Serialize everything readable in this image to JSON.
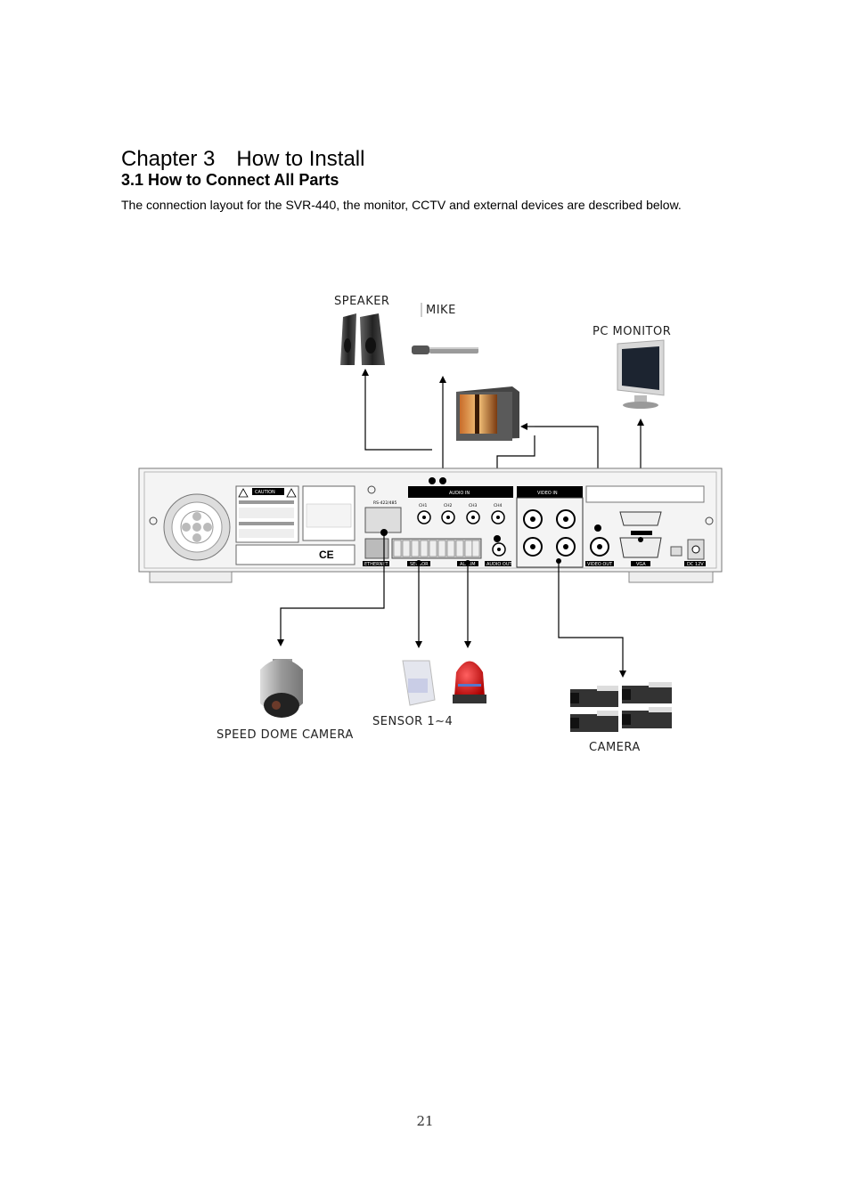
{
  "chapter": {
    "title": "Chapter 3　How to Install"
  },
  "section": {
    "title": "3.1 How to Connect All Parts"
  },
  "intro": "The connection layout for the SVR-440, the monitor, CCTV and external devices are described below.",
  "diagram": {
    "labels": {
      "speaker": "SPEAKER",
      "mike": "MIKE",
      "pc_monitor": "PC MONITOR",
      "speed_dome_camera": "SPEED DOME CAMERA",
      "sensor": "SENSOR 1∼4",
      "camera": "CAMERA"
    },
    "panel": {
      "caution": "CAUTION",
      "audio_in": "AUDIO IN",
      "video_in": "VIDEO IN",
      "rs_port": "RS-422/485",
      "ethernet": "ETHERNET",
      "sensor_port": "SENSOR",
      "alarm_port": "ALARM",
      "audio_out": "AUDIO OUT",
      "video_out": "VIDEO OUT",
      "vga": "VGA",
      "dc": "DC 12V",
      "ch1": "CH1",
      "ch2": "CH2",
      "ch3": "CH3",
      "ch4": "CH4"
    }
  },
  "page_number": "21"
}
